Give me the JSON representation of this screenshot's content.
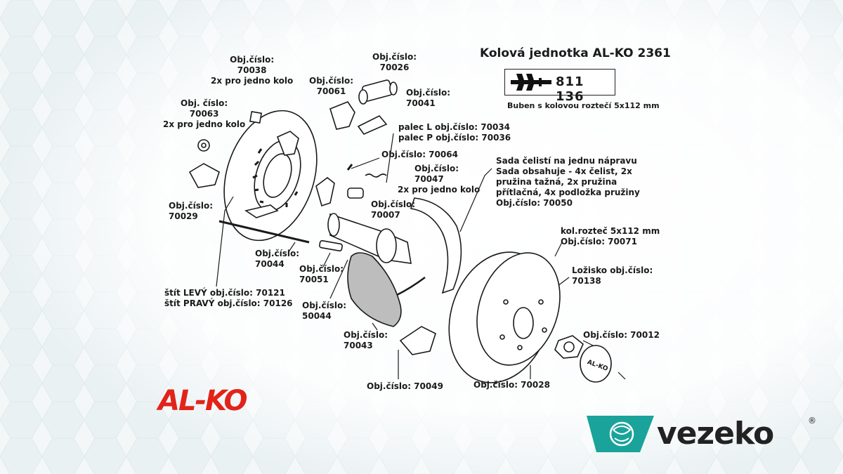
{
  "title": "Kolová jednotka AL-KO 2361",
  "code_box": {
    "icon": "axle-symbol-icon",
    "number": "811 136"
  },
  "drum_note": "Buben s kolovou roztečí 5x112 mm",
  "labels": {
    "l70038": [
      "Obj.číslo:",
      "70038",
      "2x pro jedno kolo"
    ],
    "l70026": [
      "Obj.číslo:",
      "70026"
    ],
    "l70061": [
      "Obj.číslo:",
      "70061"
    ],
    "l70041": [
      "Obj.číslo:",
      "70041"
    ],
    "l70063": [
      "Obj. číslo:",
      "70063",
      "2x pro jedno kolo"
    ],
    "l70034": [
      "palec L obj.číslo: 70034",
      "palec P obj.číslo: 70036"
    ],
    "l70064": [
      "Obj.číslo: 70064"
    ],
    "l70047": [
      "Obj.číslo:",
      "70047",
      "2x pro jedno kolo"
    ],
    "l70050": [
      "Sada čelistí na jednu nápravu",
      "Sada obsahuje - 4x čelist, 2x",
      "pružina tažná, 2x pružina",
      "přítlačná, 4x podložka pružiny",
      "Obj.číslo: 70050"
    ],
    "l70007": [
      "Obj.číslo:",
      "70007"
    ],
    "l70029": [
      "Obj.číslo:",
      "70029"
    ],
    "l70071": [
      "kol.rozteč 5x112 mm",
      "Obj.číslo: 70071"
    ],
    "l70044": [
      "Obj.číslo:",
      "70044"
    ],
    "l70138": [
      "Ložisko obj.číslo:",
      "70138"
    ],
    "l70051": [
      "Obj.číslo:",
      "70051"
    ],
    "l70121": [
      "štít LEVÝ obj.číslo: 70121",
      "štít PRAVÝ obj.číslo: 70126"
    ],
    "l50044": [
      "Obj.číslo:",
      "50044"
    ],
    "l70012": [
      "Obj.číslo: 70012"
    ],
    "l70043": [
      "Obj.číslo:",
      "70043"
    ],
    "l70049": [
      "Obj.číslo: 70049"
    ],
    "l70028": [
      "Obj.číslo: 70028"
    ]
  },
  "cap_text": "AL-KO",
  "logos": {
    "alko": "AL-KO",
    "vezeko": "vezeko",
    "vezeko_reg": "®"
  },
  "colors": {
    "alko_red": "#e2231a",
    "vezeko_teal": "#1aa39a",
    "ink": "#1a1a1a"
  }
}
